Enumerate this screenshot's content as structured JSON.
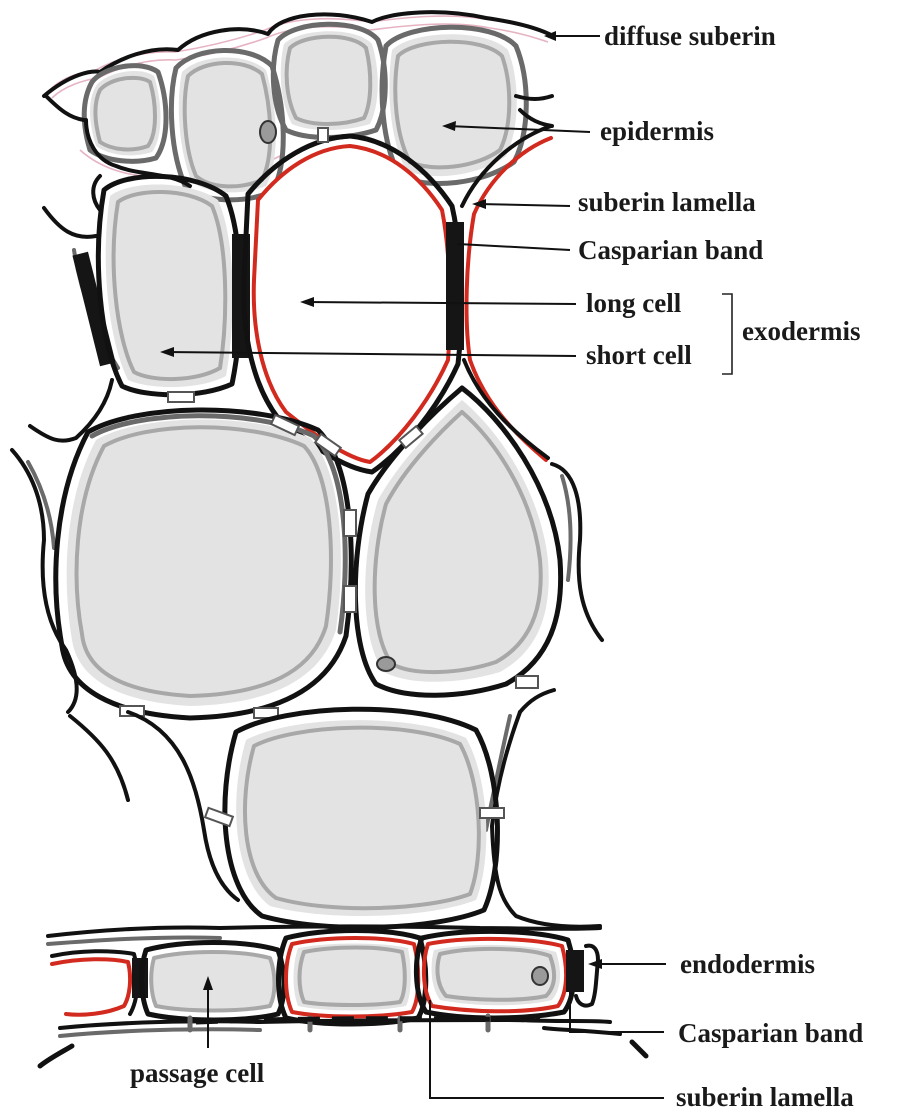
{
  "labels": {
    "diffuse_suberin": "diffuse suberin",
    "epidermis": "epidermis",
    "suberin_lamella_top": "suberin lamella",
    "casparian_band_top": "Casparian band",
    "long_cell": "long cell",
    "short_cell": "short cell",
    "exodermis": "exodermis",
    "endodermis": "endodermis",
    "casparian_band_bottom": "Casparian band",
    "passage_cell": "passage cell",
    "suberin_lamella_bottom": "suberin lamella"
  },
  "colors": {
    "suberin": "#d22a1e",
    "cell_fill": "#e3e3e3",
    "wall": "#111111",
    "diffuse_suberin": "#e6b3c2"
  }
}
